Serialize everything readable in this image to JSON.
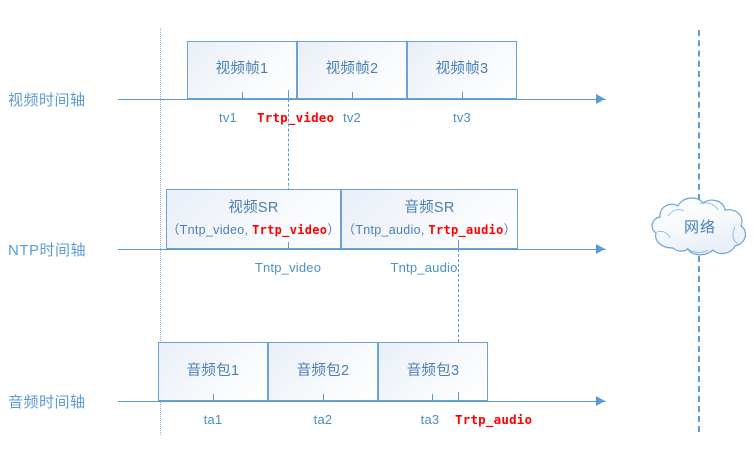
{
  "diagram": {
    "title": "RTP/NTP timeline synchronization diagram",
    "colors": {
      "line": "#5b9bd5",
      "box_border": "#6ba3d6",
      "text_blue": "#4a7fb5",
      "highlight_red": "#ff0000",
      "dotted_guide": "#8ab4e0"
    }
  },
  "timelines": [
    {
      "id": "video",
      "axis_label": "视频时间轴",
      "boxes": [
        {
          "title": "视频帧1"
        },
        {
          "title": "视频帧2"
        },
        {
          "title": "视频帧3"
        }
      ],
      "ticks": [
        {
          "label": "tv1",
          "red": false
        },
        {
          "label": "Trtp_video",
          "red": true
        },
        {
          "label": "tv2",
          "red": false
        },
        {
          "label": "tv3",
          "red": false
        }
      ]
    },
    {
      "id": "ntp",
      "axis_label": "NTP时间轴",
      "boxes": [
        {
          "title": "视频SR",
          "sub_open": "（Tntp_video, ",
          "sub_red": "Trtp_video",
          "sub_close": "）"
        },
        {
          "title": "音频SR",
          "sub_open": "（Tntp_audio, ",
          "sub_red": "Trtp_audio",
          "sub_close": "）"
        }
      ],
      "ticks": [
        {
          "label": "Tntp_video",
          "red": false
        },
        {
          "label": "Tntp_audio",
          "red": false
        }
      ]
    },
    {
      "id": "audio",
      "axis_label": "音频时间轴",
      "boxes": [
        {
          "title": "音频包1"
        },
        {
          "title": "音频包2"
        },
        {
          "title": "音频包3"
        }
      ],
      "ticks": [
        {
          "label": "ta1",
          "red": false
        },
        {
          "label": "ta2",
          "red": false
        },
        {
          "label": "ta3",
          "red": false
        },
        {
          "label": "Trtp_audio",
          "red": true
        }
      ]
    }
  ],
  "network": {
    "label": "网络"
  }
}
